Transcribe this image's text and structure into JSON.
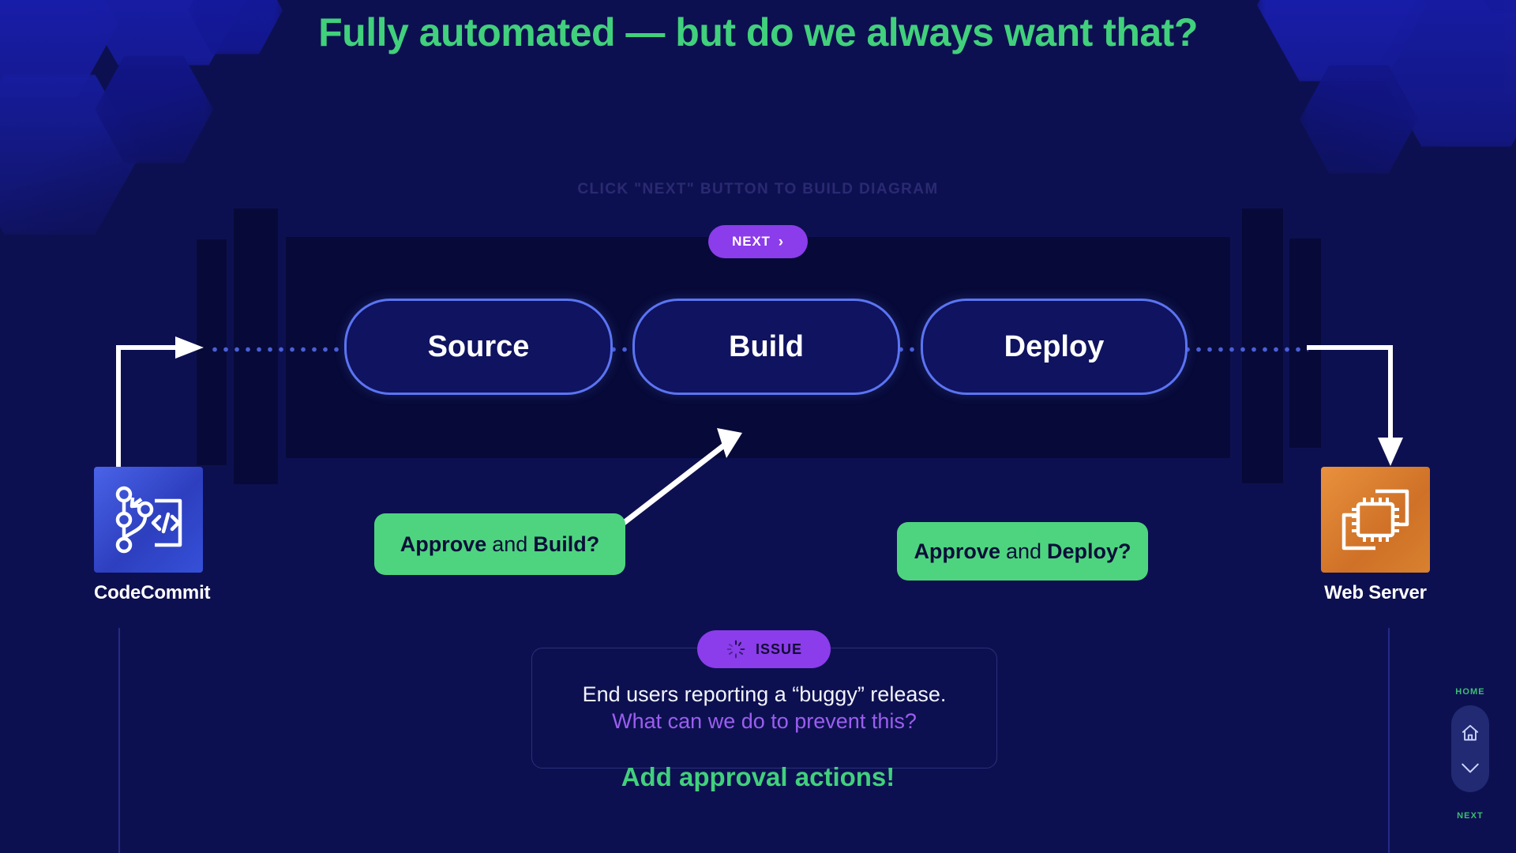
{
  "colors": {
    "background": "#0d1050",
    "accent_green": "#41d07c",
    "approve_green": "#4ed47f",
    "accent_purple": "#8b3ceb",
    "stage_border": "#5b74f2",
    "band_dark": "#070a38",
    "hint_muted": "#2a2a73",
    "issue_question_purple": "#9b5ef0",
    "codecommit_tile": "#3b51d8",
    "webserver_tile": "#d8812f"
  },
  "title": "Fully automated — but do we always want that?",
  "hint": "CLICK \"NEXT\" BUTTON TO BUILD DIAGRAM",
  "next_button": {
    "label": "NEXT",
    "chevron": "›",
    "icon": "chevron-right-icon"
  },
  "pipeline": {
    "stages": [
      {
        "label": "Source"
      },
      {
        "label": "Build"
      },
      {
        "label": "Deploy"
      }
    ]
  },
  "services": [
    {
      "id": "codecommit",
      "caption": "CodeCommit",
      "icon": "code-branch-icon"
    },
    {
      "id": "webserver",
      "caption": "Web Server",
      "icon": "server-chip-icon"
    }
  ],
  "approvals": [
    {
      "id": "build",
      "bold_1": "Approve",
      "regular": "and",
      "bold_2": "Build?"
    },
    {
      "id": "deploy",
      "bold_1": "Approve",
      "regular": "and",
      "bold_2": "Deploy?"
    }
  ],
  "issue": {
    "badge_label": "ISSUE",
    "badge_icon": "spinner-icon",
    "line_1": "End users reporting a “buggy” release.",
    "line_2": "What can we do to prevent this?"
  },
  "answer": "Add approval actions!",
  "nav": {
    "home_label": "HOME",
    "next_label": "NEXT",
    "home_icon": "home-icon",
    "down_icon": "chevron-down-icon"
  }
}
